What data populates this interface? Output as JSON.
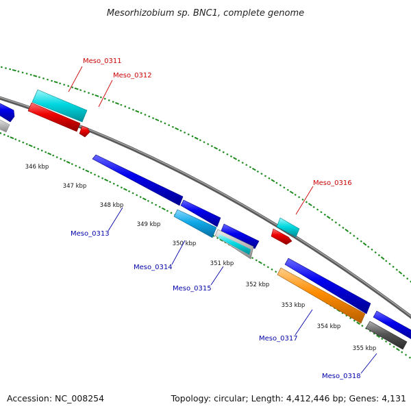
{
  "title": "Mesorhizobium sp. BNC1, complete genome",
  "accession": "Accession: NC_008254",
  "topology": "Topology: circular; Length: 4,412,446 bp; Genes: 4,131",
  "colors": {
    "backbone": "#808080",
    "tick_dots": "#1a8a1a",
    "label_red": "#cc0000",
    "label_blue": "#0000aa",
    "gene_blue": "#0000ee",
    "gene_cyan": "#00d0d8",
    "gene_lightblue": "#10a8e8",
    "gene_red": "#ee0000",
    "gene_orange": "#ff8c00",
    "gene_gray": "#555555",
    "gene_lightgray": "#c0c0c0"
  },
  "ticks": [
    {
      "label": "346 kbp"
    },
    {
      "label": "347 kbp"
    },
    {
      "label": "348 kbp"
    },
    {
      "label": "349 kbp"
    },
    {
      "label": "350 kbp"
    },
    {
      "label": "351 kbp"
    },
    {
      "label": "352 kbp"
    },
    {
      "label": "353 kbp"
    },
    {
      "label": "354 kbp"
    },
    {
      "label": "355 kbp"
    }
  ],
  "genes": [
    {
      "id": "Meso_0311",
      "label": "Meso_0311",
      "strand": "+",
      "color": "#00d0d8"
    },
    {
      "id": "Meso_0312",
      "label": "Meso_0312",
      "strand": "+",
      "color": "#ee0000"
    },
    {
      "id": "Meso_0313",
      "label": "Meso_0313",
      "strand": "-",
      "color": "#0000ee"
    },
    {
      "id": "Meso_0314",
      "label": "Meso_0314",
      "strand": "-",
      "color": "#10a8e8"
    },
    {
      "id": "Meso_0315",
      "label": "Meso_0315",
      "strand": "-",
      "color": "#00d0d8"
    },
    {
      "id": "Meso_0316",
      "label": "Meso_0316",
      "strand": "+",
      "color": "#00d0d8"
    },
    {
      "id": "Meso_0317",
      "label": "Meso_0317",
      "strand": "-",
      "color": "#ff8c00"
    },
    {
      "id": "Meso_0318",
      "label": "Meso_0318",
      "strand": "-",
      "color": "#555555"
    }
  ]
}
